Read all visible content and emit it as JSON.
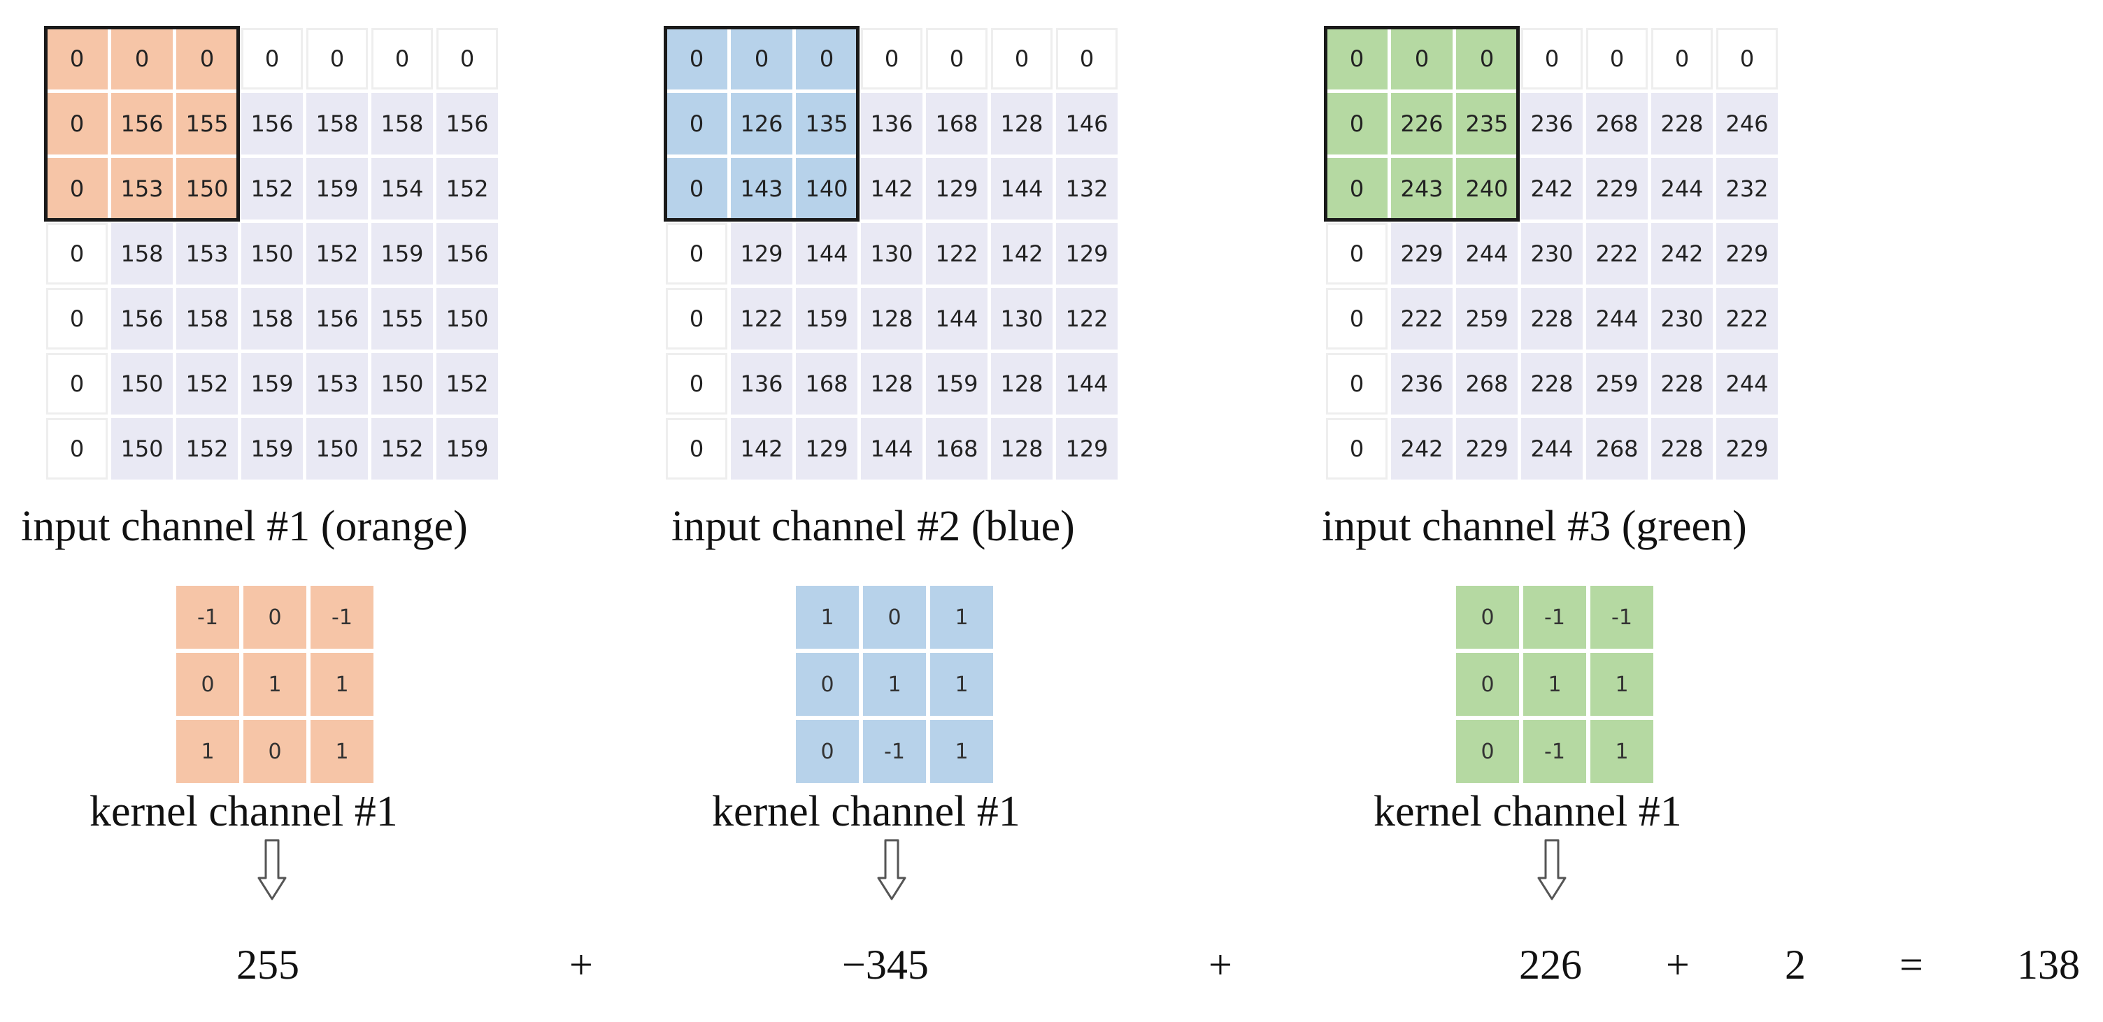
{
  "channels": [
    {
      "caption": "input channel #1 (orange)",
      "color": "#f6c5a7",
      "input": [
        [
          0,
          0,
          0,
          0,
          0,
          0,
          0
        ],
        [
          0,
          156,
          155,
          156,
          158,
          158,
          156
        ],
        [
          0,
          153,
          150,
          152,
          159,
          154,
          152
        ],
        [
          0,
          158,
          153,
          150,
          152,
          159,
          156
        ],
        [
          0,
          156,
          158,
          158,
          156,
          155,
          150
        ],
        [
          0,
          150,
          152,
          159,
          153,
          150,
          152
        ],
        [
          0,
          150,
          152,
          159,
          150,
          152,
          159
        ]
      ],
      "kernel": [
        [
          -1,
          0,
          -1
        ],
        [
          0,
          1,
          1
        ],
        [
          1,
          0,
          1
        ]
      ],
      "kernel_caption": "kernel channel #1"
    },
    {
      "caption": "input channel #2 (blue)",
      "color": "#b7d2ea",
      "input": [
        [
          0,
          0,
          0,
          0,
          0,
          0,
          0
        ],
        [
          0,
          126,
          135,
          136,
          168,
          128,
          146
        ],
        [
          0,
          143,
          140,
          142,
          129,
          144,
          132
        ],
        [
          0,
          129,
          144,
          130,
          122,
          142,
          129
        ],
        [
          0,
          122,
          159,
          128,
          144,
          130,
          122
        ],
        [
          0,
          136,
          168,
          128,
          159,
          128,
          144
        ],
        [
          0,
          142,
          129,
          144,
          168,
          128,
          129
        ]
      ],
      "kernel": [
        [
          1,
          0,
          1
        ],
        [
          0,
          1,
          1
        ],
        [
          0,
          -1,
          1
        ]
      ],
      "kernel_caption": "kernel channel #1"
    },
    {
      "caption": "input channel #3 (green)",
      "color": "#b5d9a2",
      "input": [
        [
          0,
          0,
          0,
          0,
          0,
          0,
          0
        ],
        [
          0,
          226,
          235,
          236,
          268,
          228,
          246
        ],
        [
          0,
          243,
          240,
          242,
          229,
          244,
          232
        ],
        [
          0,
          229,
          244,
          230,
          222,
          242,
          229
        ],
        [
          0,
          222,
          259,
          228,
          244,
          230,
          222
        ],
        [
          0,
          236,
          268,
          228,
          259,
          228,
          244
        ],
        [
          0,
          242,
          229,
          244,
          268,
          228,
          229
        ]
      ],
      "kernel": [
        [
          0,
          -1,
          -1
        ],
        [
          0,
          1,
          1
        ],
        [
          0,
          -1,
          1
        ]
      ],
      "kernel_caption": "kernel channel #1"
    }
  ],
  "equation": {
    "term1": "255",
    "plus1": "+",
    "term2": "−345",
    "plus2": "+",
    "term3": "226",
    "plus3": "+",
    "bias": "2",
    "equals": "=",
    "result": "138"
  }
}
